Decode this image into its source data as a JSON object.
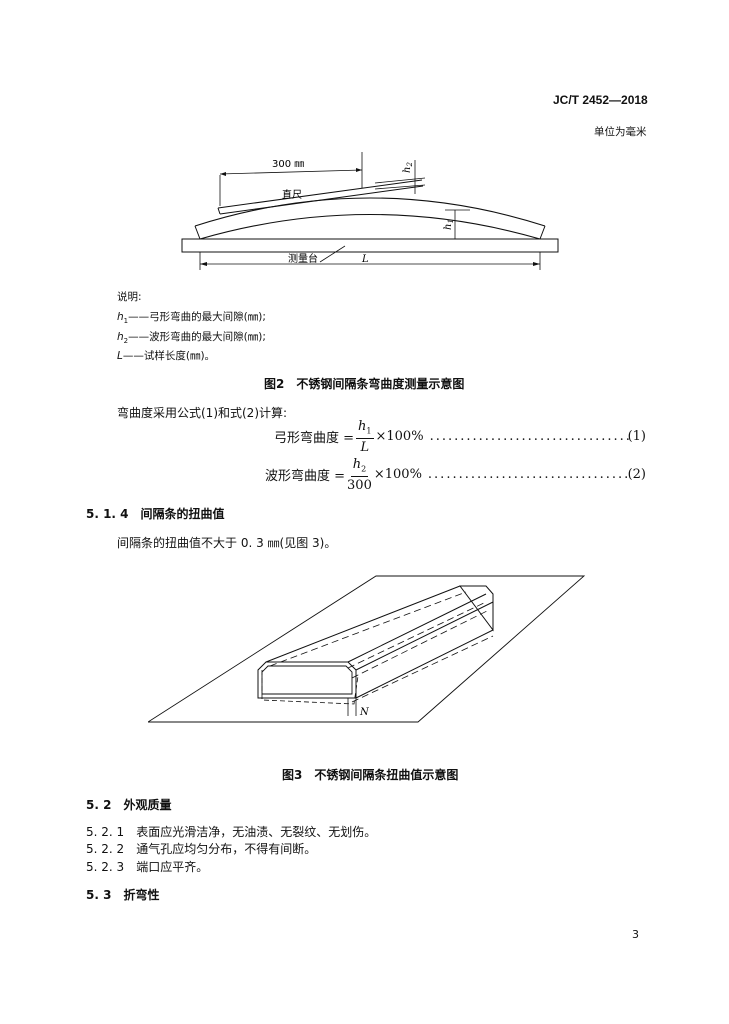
{
  "header": {
    "standard_code": "JC/T  2452—2018",
    "unit_note": "单位为毫米"
  },
  "figure2": {
    "dim_300": "300 ㎜",
    "straightedge": "直尺",
    "h2_label": "h",
    "h2_sub": "2",
    "h1_label": "h",
    "h1_sub": "1",
    "table": "测量台",
    "length": "L",
    "legend_title": "说明:",
    "legend": [
      {
        "sym": "h",
        "sub": "1",
        "text": "——弓形弯曲的最大间隙(㎜);"
      },
      {
        "sym": "h",
        "sub": "2",
        "text": "——波形弯曲的最大间隙(㎜);"
      },
      {
        "sym": "L",
        "sub": "",
        "text": "——试样长度(㎜)。"
      }
    ],
    "caption": "图2　不锈钢间隔条弯曲度测量示意图"
  },
  "formulas": {
    "intro": "弯曲度采用公式(1)和式(2)计算:",
    "f1": {
      "lhs": "弓形弯曲度 =",
      "num": "h",
      "num_sub": "1",
      "den": "L",
      "rhs": "×100%",
      "no": "(1)"
    },
    "f2": {
      "lhs": "波形弯曲度 =",
      "num": "h",
      "num_sub": "2",
      "den": "300",
      "rhs": "×100%",
      "no": "(2)"
    }
  },
  "section_514": {
    "number": "5. 1. 4",
    "title": "间隔条的扭曲值",
    "text": "间隔条的扭曲值不大于 0. 3 ㎜(见图 3)。"
  },
  "figure3": {
    "n_label": "N",
    "caption": "图3　不锈钢间隔条扭曲值示意图"
  },
  "section_52": {
    "number": "5. 2",
    "title": "外观质量",
    "items": [
      {
        "number": "5. 2. 1",
        "text": "表面应光滑洁净，无油渍、无裂纹、无划伤。"
      },
      {
        "number": "5. 2. 2",
        "text": "通气孔应均匀分布，不得有间断。"
      },
      {
        "number": "5. 2. 3",
        "text": "端口应平齐。"
      }
    ]
  },
  "section_53": {
    "number": "5. 3",
    "title": "折弯性"
  },
  "page_number": "3"
}
